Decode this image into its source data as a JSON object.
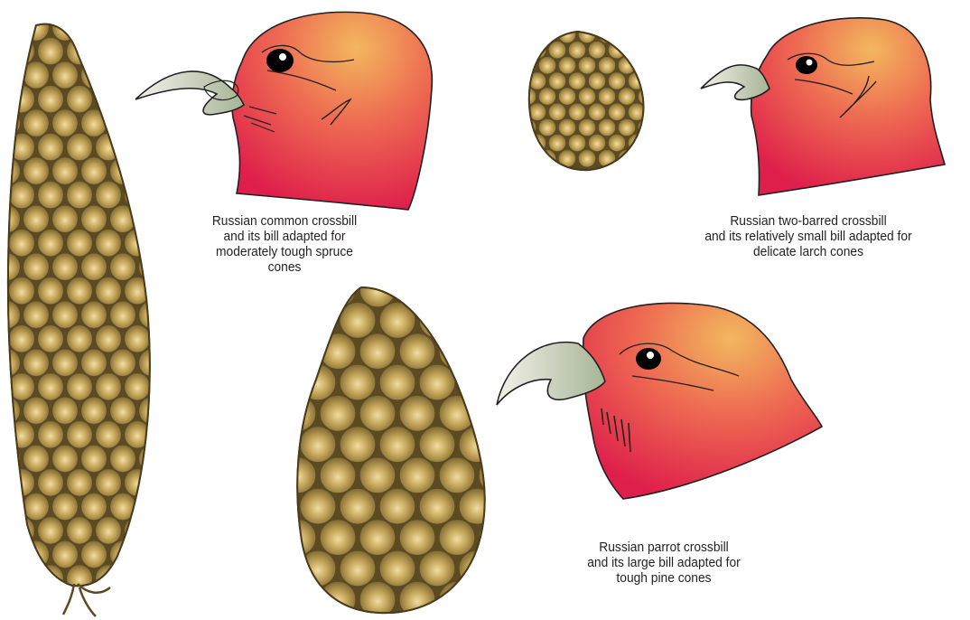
{
  "captions": {
    "common": [
      "Russian common crossbill",
      "and its bill adapted for",
      "moderately tough spruce",
      "cones"
    ],
    "two_barred": [
      "Russian two-barred crossbill",
      "and its relatively small bill adapted for",
      "delicate larch cones"
    ],
    "parrot": [
      "Russian parrot crossbill",
      "and its large bill adapted for",
      "tough pine cones"
    ]
  },
  "colors": {
    "head_light": "#f2b85e",
    "head_dark": "#e0204a",
    "bill_light": "#f4f1ea",
    "bill_dark": "#a9b89a",
    "cone_light": "#f3dca0",
    "cone_mid": "#a0843c",
    "cone_dark": "#5c4a22",
    "outline": "#231f20"
  },
  "icons": [
    "spruce-cone-icon",
    "larch-cone-icon",
    "pine-cone-icon",
    "common-crossbill-head-icon",
    "two-barred-crossbill-head-icon",
    "parrot-crossbill-head-icon"
  ]
}
